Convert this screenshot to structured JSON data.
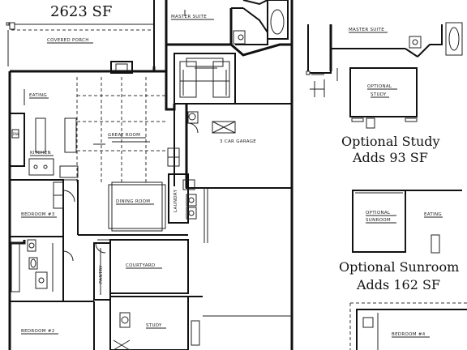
{
  "plan": {
    "total_area": "2623 SF",
    "rooms": {
      "covered_porch": "COVERED PORCH",
      "master_suite": "MASTER SUITE",
      "eating": "EATING",
      "kitchen": "KITCHEN",
      "great_room": "GREAT ROOM",
      "garage": "3 CAR GARAGE",
      "dining_room": "DINING ROOM",
      "laundry": "LAUNDRY",
      "bedroom_3": "BEDROOM #3",
      "courtyard": "COURTYARD",
      "pantry": "PANTRY",
      "study": "STUDY",
      "bedroom_2": "BEDROOM #2"
    }
  },
  "options": {
    "study": {
      "master_suite": "MASTER SUITE",
      "room_label_line1": "OPTIONAL",
      "room_label_line2": "STUDY",
      "caption_line1": "Optional Study",
      "caption_line2": "Adds 93 SF"
    },
    "sunroom": {
      "room_label_line1": "OPTIONAL",
      "room_label_line2": "SUNROOM",
      "eating": "EATING",
      "caption_line1": "Optional Sunroom",
      "caption_line2": "Adds 162 SF"
    },
    "bedroom4": {
      "room_label": "BEDROOM #4"
    }
  }
}
